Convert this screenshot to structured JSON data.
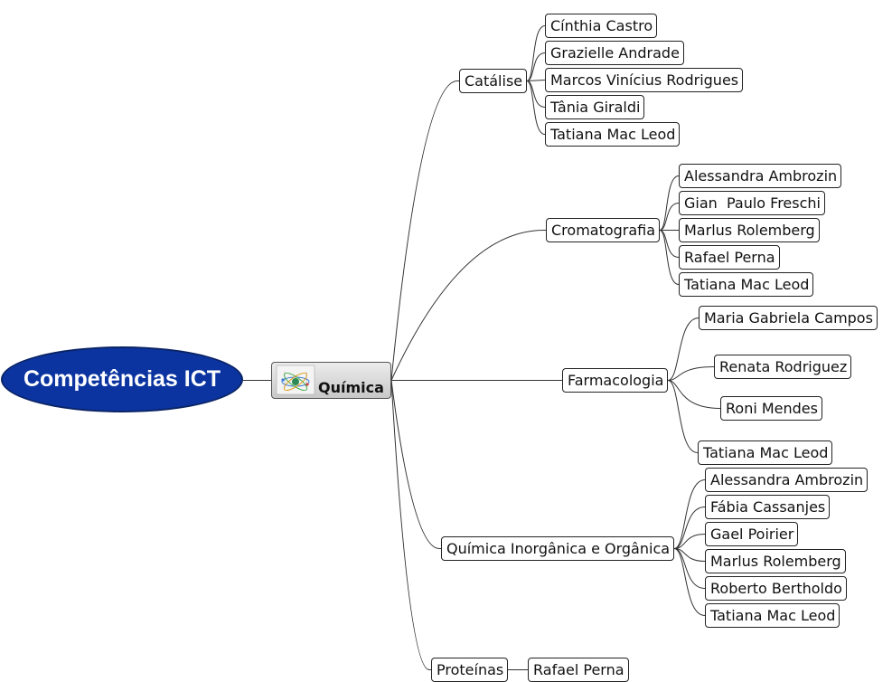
{
  "root": {
    "label": "Competências ICT"
  },
  "central": {
    "label": "Química",
    "icon": "atom-molecule-icon"
  },
  "colors": {
    "root_fill": "#0b34a0",
    "line": "#333333",
    "node_border": "#222222",
    "central_fill": "#d6d6d6"
  },
  "branches": [
    {
      "label": "Catálise",
      "members": [
        "Cínthia Castro",
        "Grazielle Andrade",
        "Marcos Vinícius Rodrigues",
        "Tânia Giraldi",
        "Tatiana Mac Leod"
      ]
    },
    {
      "label": "Cromatografia",
      "members": [
        "Alessandra Ambrozin",
        "Gian  Paulo Freschi",
        "Marlus Rolemberg",
        "Rafael Perna",
        "Tatiana Mac Leod"
      ]
    },
    {
      "label": "Farmacologia",
      "members": [
        "Maria Gabriela Campos",
        "Renata Rodriguez",
        "Roni Mendes",
        "Tatiana Mac Leod"
      ]
    },
    {
      "label": "Química Inorgânica e Orgânica",
      "members": [
        "Alessandra Ambrozin",
        "Fábia Cassanjes",
        "Gael Poirier",
        "Marlus Rolemberg",
        "Roberto Bertholdo",
        "Tatiana Mac Leod"
      ]
    },
    {
      "label": "Proteínas",
      "members": [
        "Rafael Perna"
      ]
    }
  ]
}
